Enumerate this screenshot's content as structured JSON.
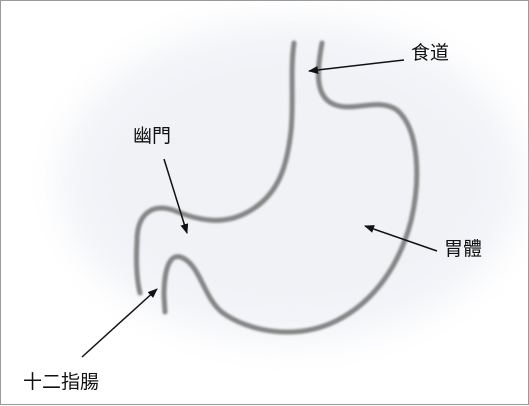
{
  "labels": {
    "esophagus": "食道",
    "pylorus": "幽門",
    "body": "胃體",
    "duodenum": "十二指腸"
  },
  "colors": {
    "outline": "#858585",
    "background_tint": "#f4f5f8",
    "arrow": "#111111",
    "text": "#111111",
    "frame": "#9a9a9a"
  }
}
